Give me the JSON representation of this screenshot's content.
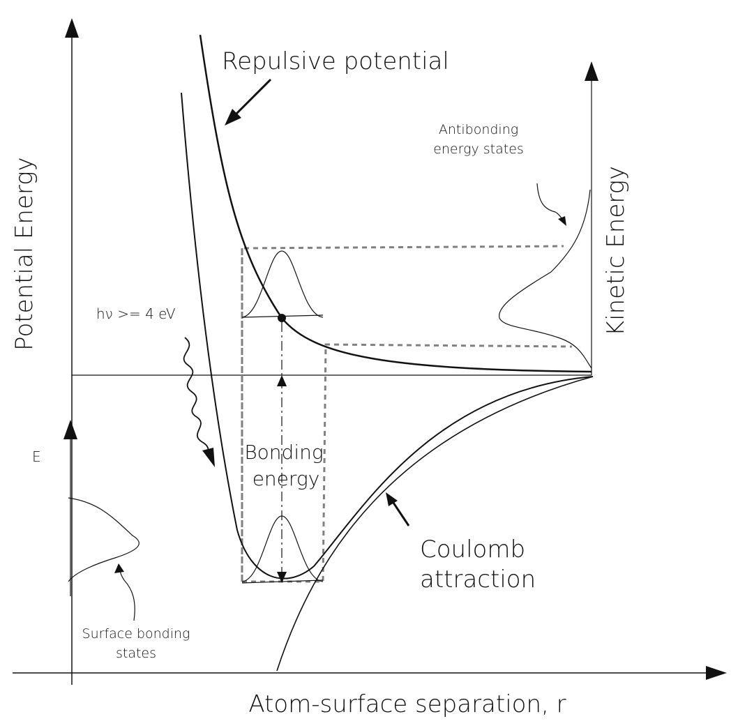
{
  "labels": {
    "x_axis": "Atom-surface separation, r",
    "y_axis_left": "Potential Energy",
    "y_axis_right": "Kinetic Energy",
    "repulsive": "Repulsive potential",
    "coulomb_line1": "Coulomb",
    "coulomb_line2": "attraction",
    "bonding_line1": "Bonding",
    "bonding_line2": "energy",
    "antibonding_line1": "Antibonding",
    "antibonding_line2": "energy states",
    "photon": "hν >= 4 eV",
    "surface_e_axis": "E",
    "surface_line1": "Surface bonding",
    "surface_line2": "states"
  },
  "colors": {
    "line": "#111111",
    "dashed": "#808080"
  }
}
